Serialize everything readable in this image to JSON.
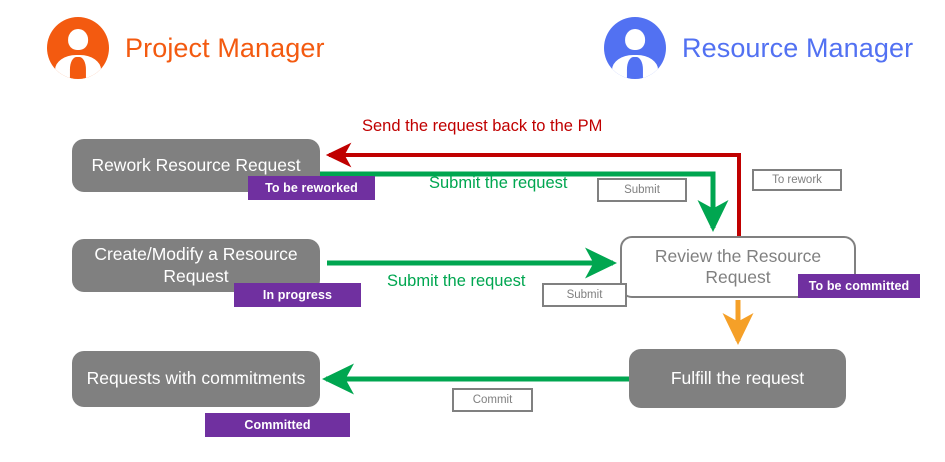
{
  "lanes": [
    {
      "id": "project-manager",
      "title": "Project Manager",
      "color": "#f35a10",
      "avatar_icon": "person-avatar-icon"
    },
    {
      "id": "resource-manager",
      "title": "Resource Manager",
      "color": "#5271f2",
      "avatar_icon": "person-avatar-icon"
    }
  ],
  "colors": {
    "box_fill": "#808080",
    "box_text": "#ffffff",
    "outline_box_border": "#808080",
    "outline_box_text": "#808080",
    "badge_purple": "#7030a0",
    "arrow_green": "#00a650",
    "arrow_red": "#c00000",
    "arrow_orange": "#f5a028",
    "button_border": "#808080",
    "button_text": "#808080"
  },
  "nodes": [
    {
      "id": "rework-resource-request",
      "label": "Rework Resource Request",
      "style": "filled",
      "lane": "project-manager"
    },
    {
      "id": "create-modify-resource-request",
      "label": "Create/Modify a Resource Request",
      "style": "filled",
      "lane": "project-manager"
    },
    {
      "id": "requests-with-commitments",
      "label": "Requests with commitments",
      "style": "filled",
      "lane": "project-manager"
    },
    {
      "id": "review-the-resource-request",
      "label": "Review the Resource Request",
      "style": "outline",
      "lane": "resource-manager"
    },
    {
      "id": "fulfill-the-request",
      "label": "Fulfill the request",
      "style": "filled",
      "lane": "resource-manager"
    }
  ],
  "badges": [
    {
      "id": "to-be-reworked",
      "label": "To be reworked",
      "node": "rework-resource-request"
    },
    {
      "id": "in-progress",
      "label": "In progress",
      "node": "create-modify-resource-request"
    },
    {
      "id": "committed",
      "label": "Committed",
      "node": "requests-with-commitments"
    },
    {
      "id": "to-be-committed",
      "label": "To be committed",
      "node": "review-the-resource-request"
    }
  ],
  "buttons": [
    {
      "id": "submit-top",
      "label": "Submit"
    },
    {
      "id": "to-rework",
      "label": "To rework"
    },
    {
      "id": "submit-middle",
      "label": "Submit"
    },
    {
      "id": "commit",
      "label": "Commit"
    }
  ],
  "edge_labels": [
    {
      "id": "send-back-to-pm",
      "label": "Send the request back to the PM",
      "color": "red"
    },
    {
      "id": "submit-request-top",
      "label": "Submit the request",
      "color": "green"
    },
    {
      "id": "submit-request-middle",
      "label": "Submit the request",
      "color": "green"
    }
  ]
}
